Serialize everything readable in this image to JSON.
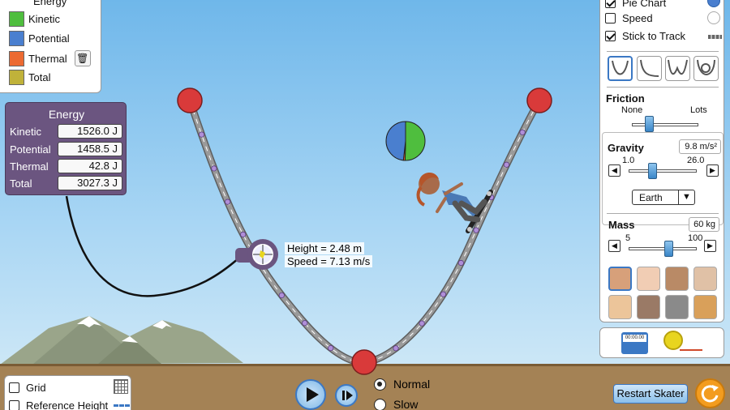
{
  "legend": {
    "title": "Energy",
    "items": [
      {
        "label": "Kinetic",
        "color": "#4fbe3e"
      },
      {
        "label": "Potential",
        "color": "#4a7fcf"
      },
      {
        "label": "Thermal",
        "color": "#ec6a32"
      },
      {
        "label": "Total",
        "color": "#c0b23a"
      }
    ]
  },
  "energy_panel": {
    "title": "Energy",
    "rows": [
      {
        "label": "Kinetic",
        "value": "1526.0 J"
      },
      {
        "label": "Potential",
        "value": "1458.5 J"
      },
      {
        "label": "Thermal",
        "value": "42.8 J"
      },
      {
        "label": "Total",
        "value": "3027.3 J"
      }
    ]
  },
  "readout": {
    "height": "Height = 2.48 m",
    "speed": "Speed = 7.13 m/s"
  },
  "pie": {
    "kinetic": 1526.0,
    "potential": 1458.5,
    "thermal": 42.8
  },
  "controls": {
    "pie_chart": {
      "label": "Pie Chart",
      "checked": true
    },
    "speed": {
      "label": "Speed",
      "checked": false
    },
    "stick": {
      "label": "Stick to Track",
      "checked": true
    },
    "friction": {
      "label": "Friction",
      "min_label": "None",
      "max_label": "Lots",
      "level": 0.25
    },
    "gravity": {
      "label": "Gravity",
      "value": "9.8 m/s²",
      "min": "1.0",
      "max": "26.0",
      "level": 0.35,
      "planet": "Earth"
    },
    "mass": {
      "label": "Mass",
      "value": "60 kg",
      "min": "5",
      "max": "100",
      "level": 0.58
    }
  },
  "bottom": {
    "grid_label": "Grid",
    "ref_label": "Reference Height",
    "speed_normal": "Normal",
    "speed_slow": "Slow",
    "restart": "Restart Skater",
    "timer": "00:00.00"
  },
  "colors": {
    "track": "#8c8c8c",
    "node": "#d93a3a",
    "sensor": "#6b5580",
    "dots": "#b08fd8"
  }
}
